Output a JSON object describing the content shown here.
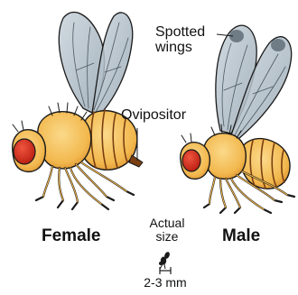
{
  "labels": {
    "female": "Female",
    "male": "Male",
    "ovipositor": "Ovipositor",
    "spotted_wings_line1": "Spotted",
    "spotted_wings_line2": "wings",
    "actual_size_line1": "Actual",
    "actual_size_line2": "size",
    "scale": "2-3 mm"
  },
  "icons": {
    "female_fly": "female-fly-icon",
    "male_fly": "male-fly-icon",
    "actual_size_fly": "fly-silhouette-icon"
  },
  "colors": {
    "body": "#f2b84e",
    "body_shade": "#d98a2a",
    "stripes": "#7a3f12",
    "eye": "#d42a1a",
    "wing": "#b6c4cf",
    "wing_spot": "#6f7c86",
    "outline": "#1a1a1a"
  }
}
